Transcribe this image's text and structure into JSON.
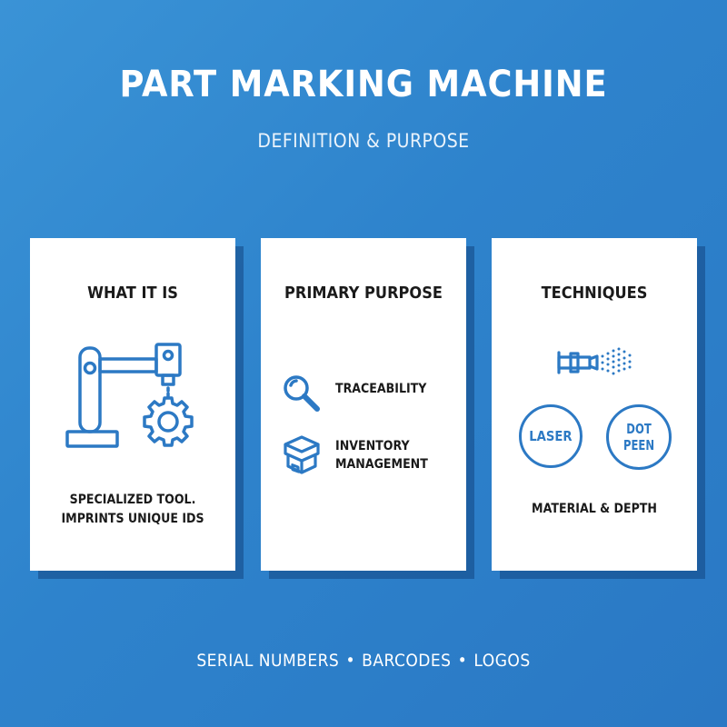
{
  "header": {
    "title": "PART MARKING MACHINE",
    "subtitle": "DEFINITION & PURPOSE"
  },
  "cards": [
    {
      "title": "WHAT IT IS",
      "icon": "robot-arm-icon",
      "description_lines": [
        "SPECIALIZED TOOL.",
        "IMPRINTS UNIQUE IDS"
      ]
    },
    {
      "title": "PRIMARY PURPOSE",
      "items": [
        {
          "icon": "magnifier-icon",
          "label": "TRACEABILITY"
        },
        {
          "icon": "box-icon",
          "label": "INVENTORY MANAGEMENT"
        }
      ]
    },
    {
      "title": "TECHNIQUES",
      "icon": "spray-nozzle-icon",
      "badges": [
        {
          "label": "LASER"
        },
        {
          "label_lines": [
            "DOT",
            "PEEN"
          ]
        }
      ],
      "description": "MATERIAL & DEPTH"
    }
  ],
  "footer": {
    "items": [
      "SERIAL NUMBERS",
      "BARCODES",
      "LOGOS"
    ],
    "separator": "•"
  },
  "colors": {
    "background": "#2e83cc",
    "accent": "#2c79c4",
    "card": "#ffffff",
    "text": "#1a1a1a"
  }
}
